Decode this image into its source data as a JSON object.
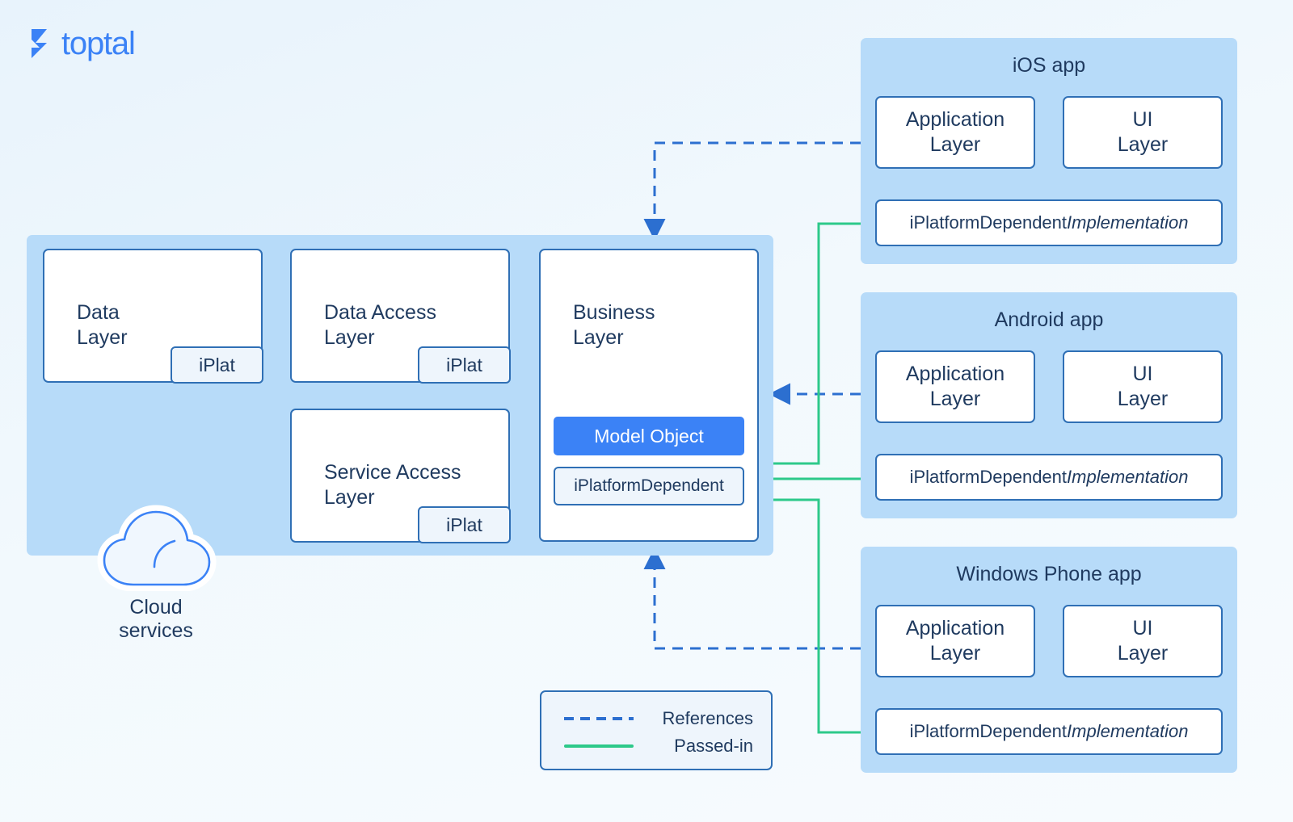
{
  "brand": {
    "name": "toptal",
    "logo_color": "#3b82f6"
  },
  "colors": {
    "panel_blue": "#b7dbf9",
    "box_border": "#2f6fb5",
    "accent_blue": "#3b82f6",
    "reference_line": "#2c6fd0",
    "passed_in_line": "#2dc98a",
    "text_navy": "#1f3a5f"
  },
  "core": {
    "layers": [
      {
        "title": "Data\nLayer",
        "iplat": "iPlat"
      },
      {
        "title": "Data Access\nLayer",
        "iplat": "iPlat"
      },
      {
        "title": "Service Access\nLayer",
        "iplat": "iPlat"
      },
      {
        "title": "Business\nLayer"
      }
    ],
    "business": {
      "model_object": "Model Object",
      "iplatform_dependent": "iPlatformDependent"
    }
  },
  "cloud": {
    "label": "Cloud services",
    "icon": "cloud-icon"
  },
  "apps": [
    {
      "title": "iOS app",
      "left_layer": "Application\nLayer",
      "right_layer": "UI\nLayer",
      "implementation_prefix": "iPlatformDependent ",
      "implementation_emphasis": "Implementation"
    },
    {
      "title": "Android app",
      "left_layer": "Application\nLayer",
      "right_layer": "UI\nLayer",
      "implementation_prefix": "iPlatformDependent ",
      "implementation_emphasis": "Implementation"
    },
    {
      "title": "Windows Phone app",
      "left_layer": "Application\nLayer",
      "right_layer": "UI\nLayer",
      "implementation_prefix": "iPlatformDependent ",
      "implementation_emphasis": "Implementation"
    }
  ],
  "legend": {
    "references": "References",
    "passed_in": "Passed-in"
  }
}
